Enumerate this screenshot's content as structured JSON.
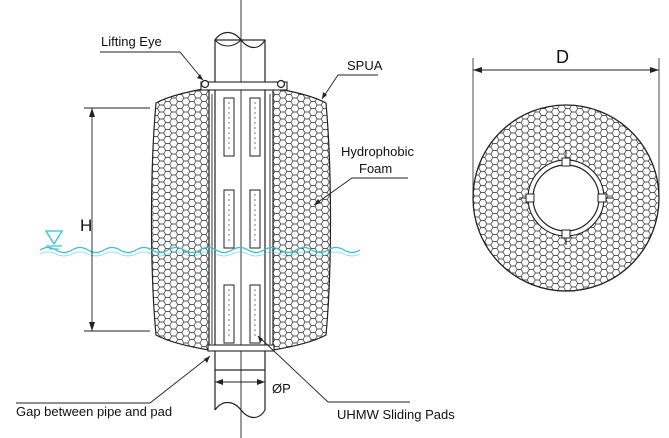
{
  "labels": {
    "lifting_eye": "Lifting Eye",
    "spua": "SPUA",
    "hydrophobic": "Hydrophobic",
    "foam": "Foam",
    "height": "H",
    "diameter": "D",
    "pipe_diameter": "ØP",
    "gap": "Gap between pipe and pad",
    "pads": "UHMW Sliding Pads"
  },
  "colors": {
    "line": "#222222",
    "water": "#34c0d6",
    "background": "#ffffff"
  },
  "icons": {
    "water_level": "water-level-triangle-icon"
  }
}
